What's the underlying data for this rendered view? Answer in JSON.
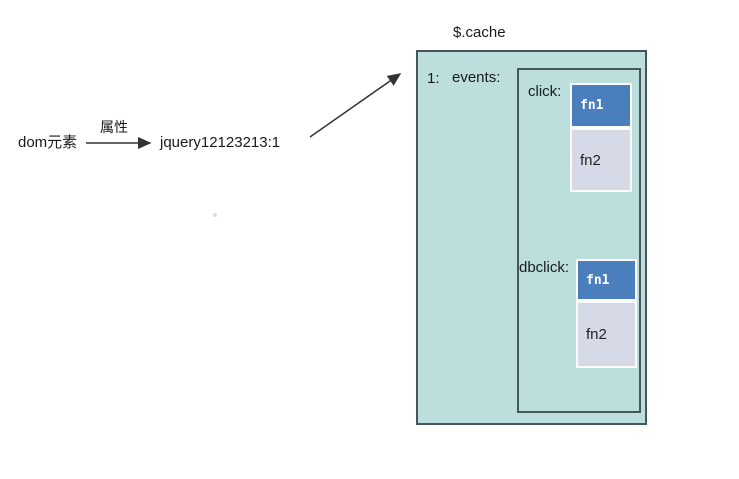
{
  "diagram": {
    "dom_label": "dom元素",
    "attr_label": "属性",
    "jquery_key": "jquery12123213:1",
    "cache_title": "$.cache",
    "cache_entry_key": "1:",
    "events_label": "events:",
    "click": {
      "label": "click:",
      "handlers": [
        {
          "name": "fn1"
        },
        {
          "name": "fn2"
        }
      ]
    },
    "dbclick": {
      "label": "dbclick:",
      "handlers": [
        {
          "name": "fn1"
        },
        {
          "name": "fn2"
        }
      ]
    }
  },
  "colors": {
    "cache-fill": "#bcdfde",
    "box-border": "#47555e",
    "fn1-fill": "#4a7ebc",
    "fn1-text": "#ffffff",
    "fn2-fill": "#d6dae7",
    "arrow": "#333333",
    "text": "#1a1a1a"
  }
}
